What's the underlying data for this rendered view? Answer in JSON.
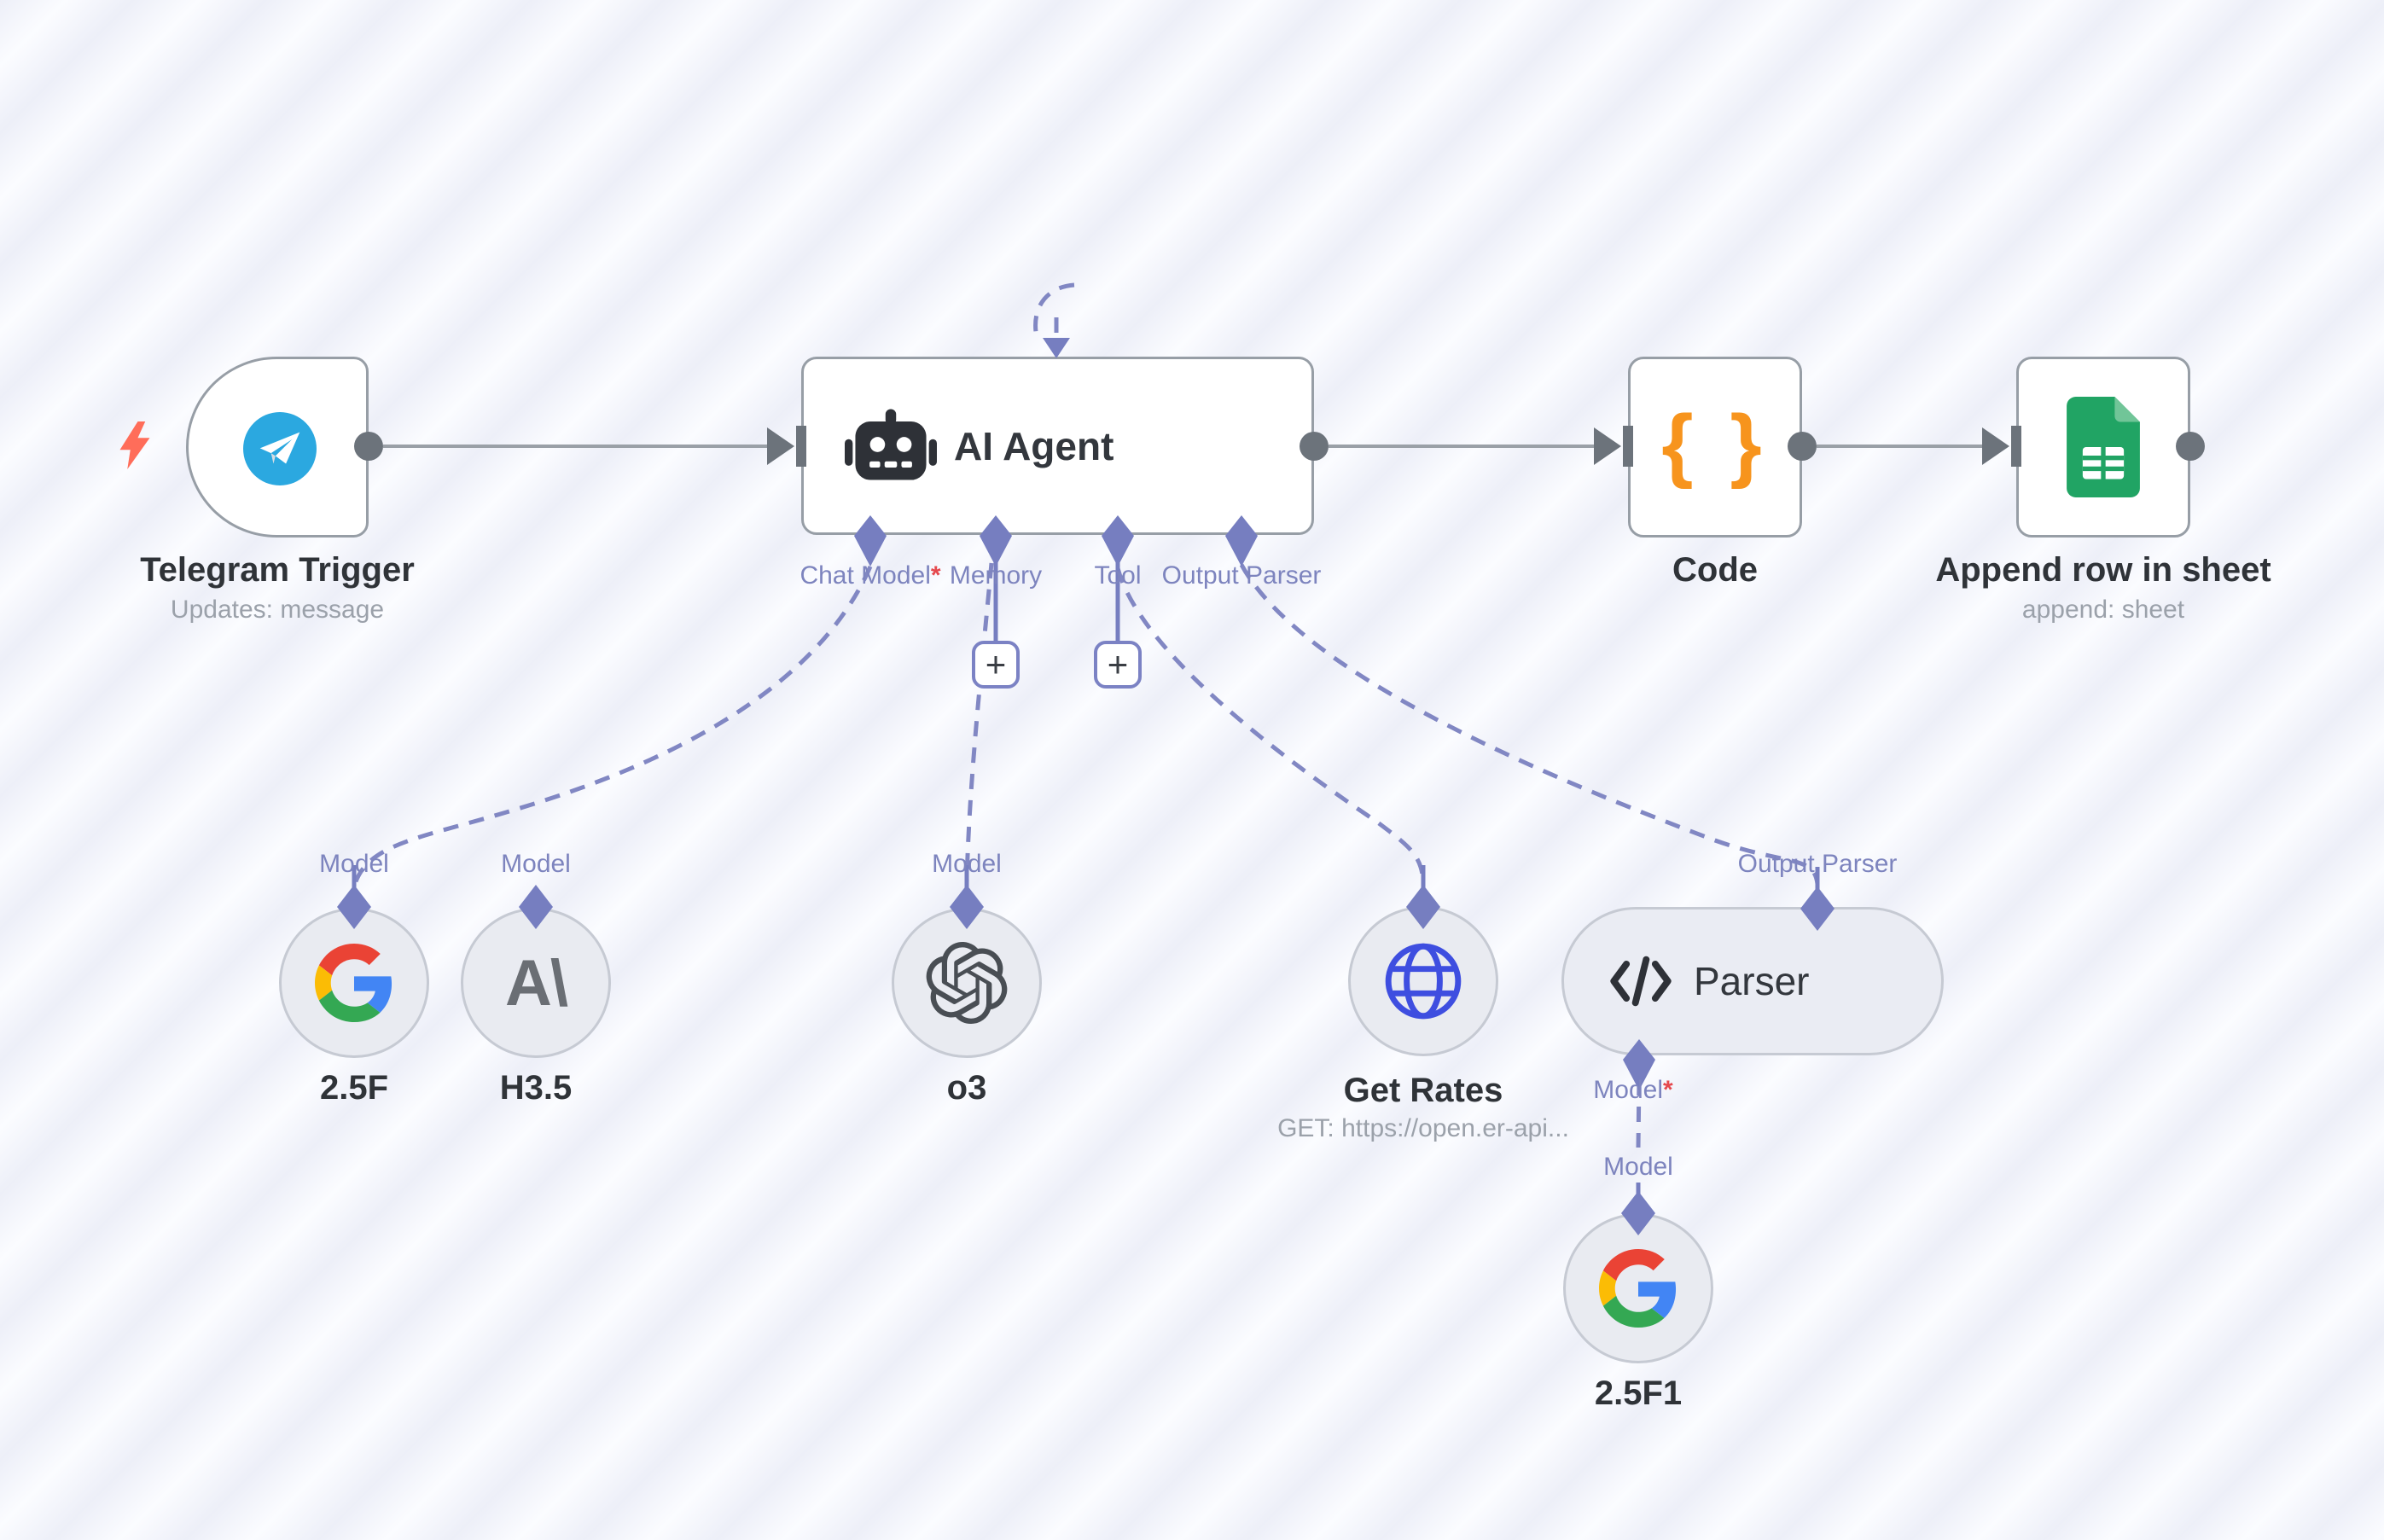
{
  "ui": {
    "plus_label": "+",
    "required_marker": "*"
  },
  "colors": {
    "connector_purple": "#767ec0",
    "dash_purple": "#8187c3",
    "line_gray": "#9aa0a7",
    "dot_gray": "#6c737b",
    "required_red": "#e5484d",
    "bolt_orange": "#ff6d5a",
    "braces_orange": "#f7941d",
    "sheets_green": "#21a464",
    "telegram_blue": "#2ba8e0",
    "globe_blue": "#3e4ee0"
  },
  "icons": {
    "trigger": "lightning-bolt-icon",
    "telegram": "paper-plane-icon",
    "ai_agent": "robot-icon",
    "code_braces_glyph": "{ }",
    "append_sheet": "google-sheets-icon",
    "google": "google-g-icon",
    "anthropic_glyph": "A\\",
    "openai": "openai-logo-icon",
    "get_rates": "globe-icon",
    "parser": "code-tag-icon"
  },
  "nodes": {
    "telegram_trigger": {
      "title": "Telegram Trigger",
      "subtitle": "Updates: message"
    },
    "ai_agent": {
      "title": "AI Agent",
      "ports": [
        {
          "label": "Chat Model",
          "required": true
        },
        {
          "label": "Memory",
          "required": false
        },
        {
          "label": "Tool",
          "required": false
        },
        {
          "label": "Output Parser",
          "required": false
        }
      ]
    },
    "code": {
      "title": "Code"
    },
    "append_sheet": {
      "title": "Append row in sheet",
      "subtitle": "append: sheet"
    },
    "model_google_1": {
      "port_label": "Model",
      "title": "2.5F"
    },
    "model_anthropic": {
      "port_label": "Model",
      "title": "H3.5"
    },
    "model_openai": {
      "port_label": "Model",
      "title": "o3"
    },
    "get_rates": {
      "title": "Get Rates",
      "subtitle": "GET: https://open.er-api..."
    },
    "parser": {
      "title": "Parser",
      "top_port_label": "Output Parser",
      "bottom_port_label": "Model"
    },
    "model_google_2": {
      "port_label": "Model",
      "title": "2.5F1"
    }
  }
}
